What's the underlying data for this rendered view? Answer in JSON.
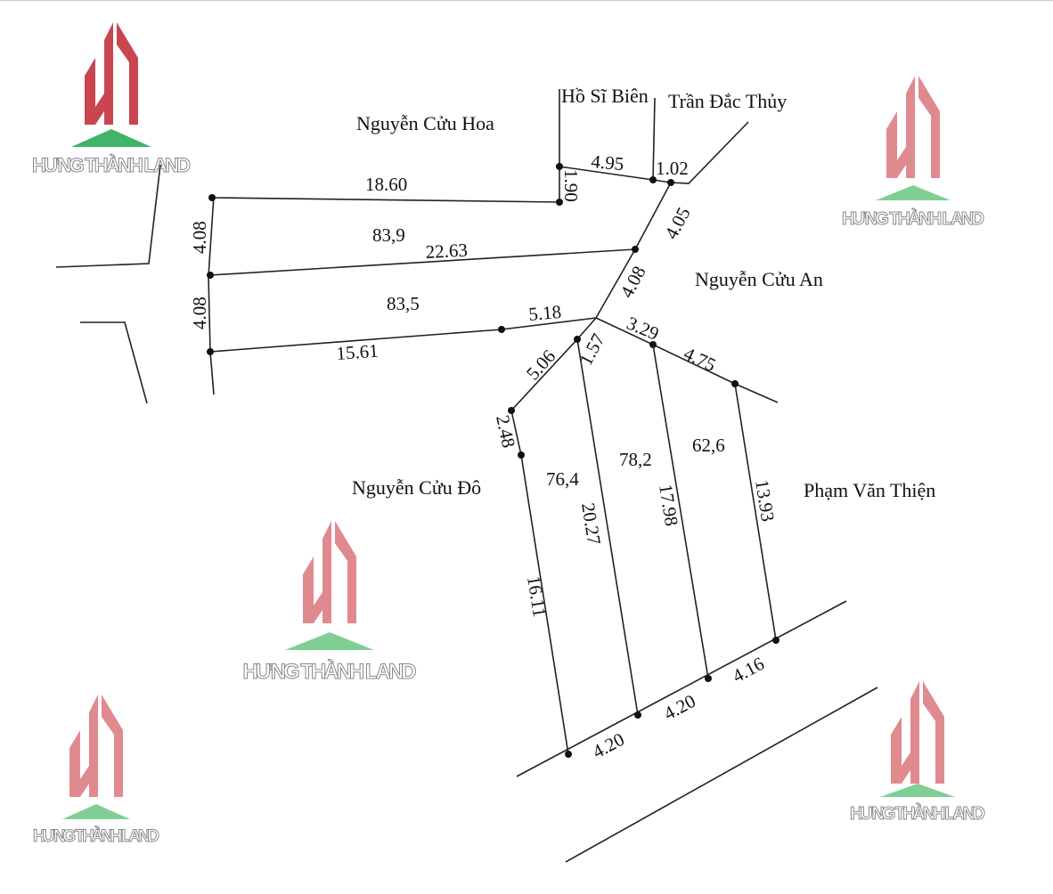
{
  "logo": {
    "text": "HƯNG THÀNH LAND",
    "colors": {
      "primary": "#c9454f",
      "faded": "#e08a90",
      "roof": "#3fb46a"
    }
  },
  "neighbors": {
    "nguyen_cuu_hoa": "Nguyễn Cửu Hoa",
    "ho_si_bien": "Hồ Sĩ Biên",
    "tran_dac_thuy": "Trần Đắc Thủy",
    "nguyen_cuu_an": "Nguyễn Cửu An",
    "nguyen_cuu_do": "Nguyễn Cửu Đô",
    "pham_van_thien": "Phạm Văn Thiện"
  },
  "areas": {
    "a1": "83,9",
    "a2": "83,5",
    "a3": "76,4",
    "a4": "78,2",
    "a5": "62,6"
  },
  "dimensions": {
    "d18_60": "18.60",
    "d4_95": "4.95",
    "d1_02": "1.02",
    "d1_90": "1.90",
    "d4_05": "4.05",
    "d4_08_left_top": "4.08",
    "d4_08_left_bottom": "4.08",
    "d22_63": "22.63",
    "d4_08_mid": "4.08",
    "d5_18": "5.18",
    "d15_61": "15.61",
    "d3_29": "3.29",
    "d4_75": "4.75",
    "d1_57": "1.57",
    "d5_06": "5.06",
    "d2_48": "2.48",
    "d16_11": "16.11",
    "d20_27": "20.27",
    "d17_98": "17.98",
    "d13_93": "13.93",
    "d4_20_a": "4.20",
    "d4_20_b": "4.20",
    "d4_16": "4.16"
  }
}
